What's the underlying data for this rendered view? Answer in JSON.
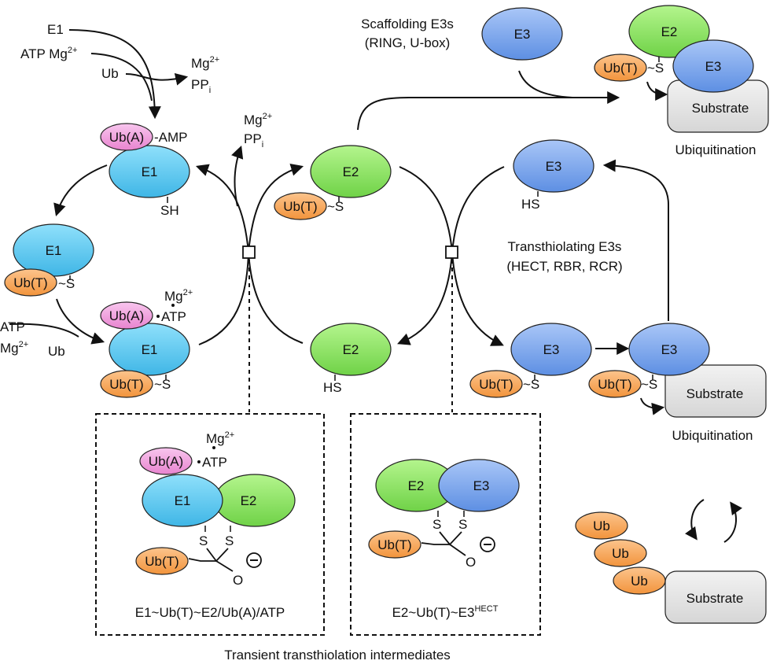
{
  "labels": {
    "E1": "E1",
    "E2": "E2",
    "E3": "E3",
    "Ub": "Ub",
    "UbA": "Ub(A)",
    "UbT": "Ub(T)",
    "AMP": "AMP",
    "ATP": "ATP",
    "SH": "SH",
    "HS": "HS",
    "S": "S",
    "tildeS": "~S",
    "Mg": "Mg",
    "two_plus": "2+",
    "PP": "PP",
    "i": "i",
    "O": "O",
    "minus": "−",
    "substrate": "Substrate"
  },
  "top_left": {
    "e1": "E1",
    "atp_mg": "ATP Mg",
    "ub": "Ub"
  },
  "scaffolding": {
    "title_line1": "Scaffolding E3s",
    "title_line2": "(RING, U-box)"
  },
  "transthiolating": {
    "title_line1": "Transthiolating E3s",
    "title_line2": "(HECT, RBR, RCR)"
  },
  "ubiquitination": "Ubiquitination",
  "box1": {
    "caption": "E1~Ub(T)~E2/Ub(A)/ATP"
  },
  "box2": {
    "caption_main": "E2~Ub(T)~E3",
    "caption_sup": "HECT"
  },
  "footer": "Transient transthiolation intermediates",
  "colors": {
    "e1": "#5bc8ee",
    "e2": "#8ee36a",
    "e3": "#7aa6ec",
    "ub_a": "#f1a3df",
    "ub_t": "#f7a85c",
    "substrate": "#e6e6e6"
  }
}
